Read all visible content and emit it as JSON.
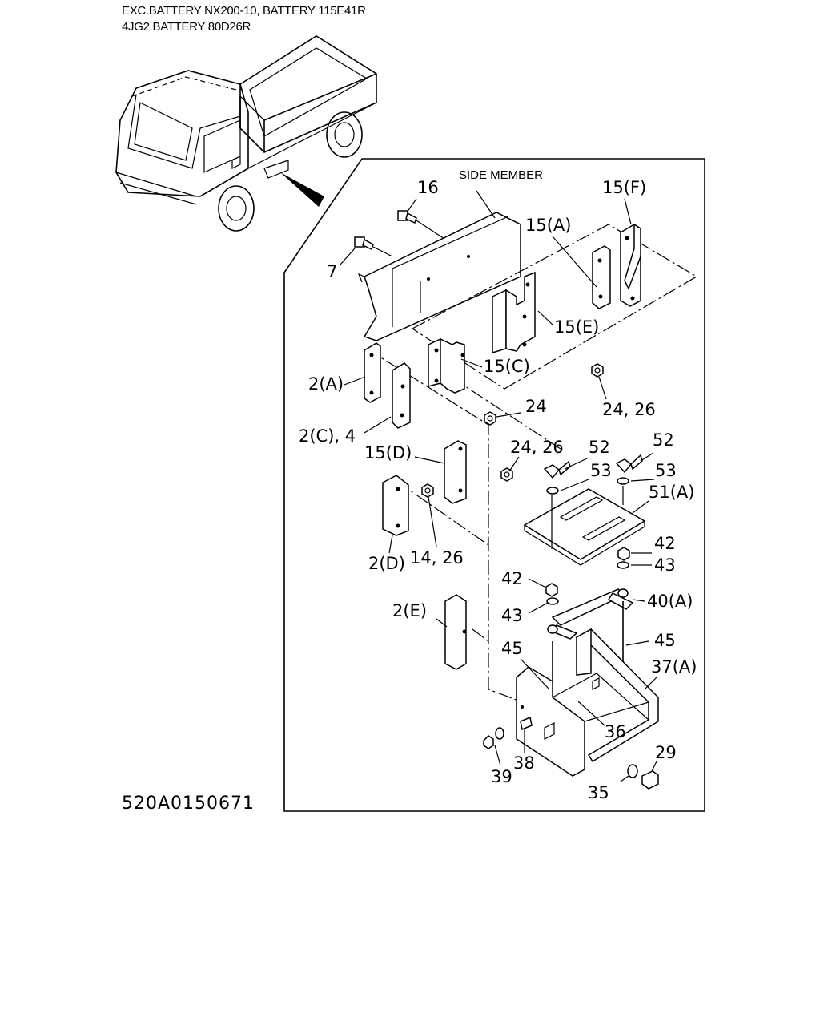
{
  "header": {
    "line1": "EXC.BATTERY  NX200-10, BATTERY  115E41R",
    "line2": "4JG2 BATTERY  80D26R"
  },
  "diagram_code": "520A0150671",
  "side_member_label": "SIDE MEMBER",
  "callouts": {
    "c16": "16",
    "c7": "7",
    "c15a": "15(A)",
    "c15f": "15(F)",
    "c15e": "15(E)",
    "c15c": "15(C)",
    "c2a": "2(A)",
    "c24": "24",
    "c2426a": "24, 26",
    "c2c4": "2(C), 4",
    "c15d": "15(D)",
    "c2426b": "24, 26",
    "c52a": "52",
    "c52b": "52",
    "c53a": "53",
    "c53b": "53",
    "c51a": "51(A)",
    "c1426": "14, 26",
    "c2d": "2(D)",
    "c42a": "42",
    "c43a": "43",
    "c42b": "42",
    "c43b": "43",
    "c40a": "40(A)",
    "c2e": "2(E)",
    "c45a": "45",
    "c45b": "45",
    "c37a": "37(A)",
    "c36": "36",
    "c29": "29",
    "c38": "38",
    "c39": "39",
    "c35": "35"
  }
}
